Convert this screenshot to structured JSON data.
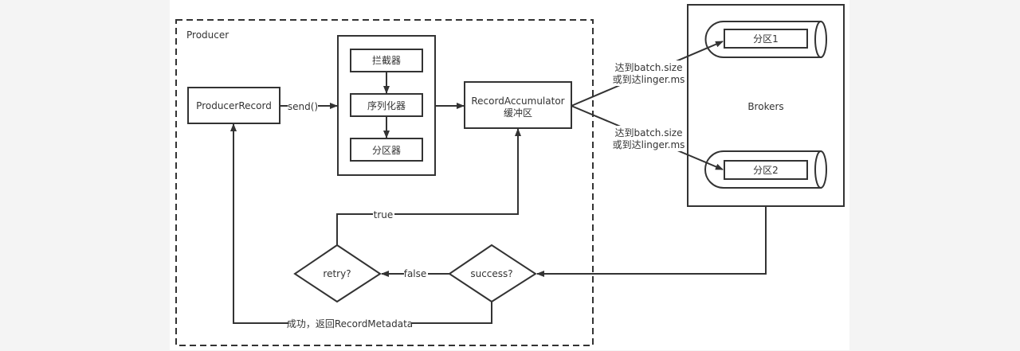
{
  "diagram": {
    "producer_group": {
      "label": "Producer"
    },
    "nodes": {
      "producer_record": {
        "label": "ProducerRecord"
      },
      "interceptor": {
        "label": "拦截器"
      },
      "serializer": {
        "label": "序列化器"
      },
      "partitioner": {
        "label": "分区器"
      },
      "accumulator": {
        "label_line1": "RecordAccumulator",
        "label_line2": "缓冲区"
      },
      "brokers": {
        "label": "Brokers"
      },
      "partition1": {
        "label": "分区1"
      },
      "partition2": {
        "label": "分区2"
      },
      "retry": {
        "label": "retry?"
      },
      "success": {
        "label": "success?"
      }
    },
    "edges": {
      "send": {
        "label": "send()"
      },
      "to_partition1": {
        "label_line1": "达到batch.size",
        "label_line2": "或到达linger.ms"
      },
      "to_partition2": {
        "label_line1": "达到batch.size",
        "label_line2": "或到达linger.ms"
      },
      "retry_true": {
        "label": "true"
      },
      "success_false": {
        "label": "false"
      },
      "success_return": {
        "label": "成功，返回RecordMetadata"
      }
    }
  }
}
